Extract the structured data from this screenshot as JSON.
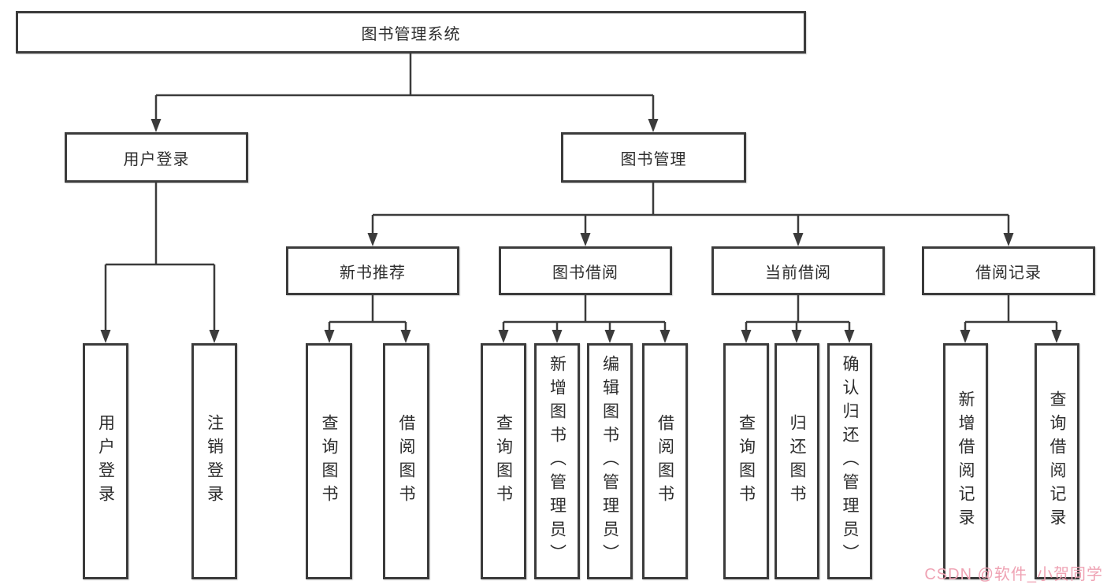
{
  "diagram": {
    "type": "hierarchy-tree",
    "colors": {
      "line": "#3b3b3b",
      "box_border": "#3b3b3b",
      "box_fill": "#ffffff",
      "text": "#2d2d2d",
      "watermark": "#efa3b4"
    },
    "tree": {
      "root": {
        "label": "图书管理系统",
        "children": [
          {
            "label": "用户登录",
            "children": [
              {
                "label": "用户登录"
              },
              {
                "label": "注销登录"
              }
            ]
          },
          {
            "label": "图书管理",
            "children": [
              {
                "label": "新书推荐",
                "children": [
                  {
                    "label": "查询图书"
                  },
                  {
                    "label": "借阅图书"
                  }
                ]
              },
              {
                "label": "图书借阅",
                "children": [
                  {
                    "label": "查询图书"
                  },
                  {
                    "label": "新增图书（管理员）"
                  },
                  {
                    "label": "编辑图书（管理员）"
                  },
                  {
                    "label": "借阅图书"
                  }
                ]
              },
              {
                "label": "当前借阅",
                "children": [
                  {
                    "label": "查询图书"
                  },
                  {
                    "label": "归还图书"
                  },
                  {
                    "label": "确认归还（管理员）"
                  }
                ]
              },
              {
                "label": "借阅记录",
                "children": [
                  {
                    "label": "新增借阅记录"
                  },
                  {
                    "label": "查询借阅记录"
                  }
                ]
              }
            ]
          }
        ]
      }
    },
    "watermark": {
      "text": "CSDN @软件_小贺同学"
    }
  }
}
